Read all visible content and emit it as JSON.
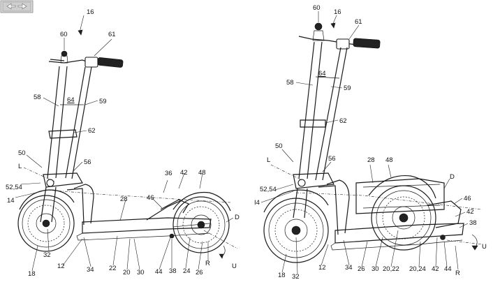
{
  "toolbar": {
    "icon": "expand-arrows-icon"
  },
  "labels": {
    "l16": "16",
    "l60": "60",
    "l61": "61",
    "l58": "58",
    "l64": "64",
    "l59": "59",
    "l62": "62",
    "l50": "50",
    "lL": "L",
    "l56": "56",
    "l5254": "52,54",
    "l14": "14",
    "l36": "36",
    "l42": "42",
    "l48": "48",
    "l46": "46",
    "l28": "28",
    "lD": "D",
    "l18": "18",
    "l32": "32",
    "l12": "12",
    "l34": "34",
    "l22": "22",
    "l20": "20",
    "l30": "30",
    "l44": "44",
    "l38": "38",
    "l24": "24",
    "l26": "26",
    "lR": "R",
    "lU": "U",
    "r16": "16",
    "r60": "60",
    "r61": "61",
    "r58": "58",
    "r64": "64",
    "r59": "59",
    "r62": "62",
    "r50": "50",
    "rL": "L",
    "r56": "56",
    "r28": "28",
    "r48": "48",
    "r5254": "52,54",
    "r14": "I4",
    "rD": "D",
    "r46": "46",
    "r42": "42",
    "r38": "38",
    "rU": "U",
    "r18": "18",
    "r32": "32",
    "r12": "12",
    "r34": "34",
    "r26": "26",
    "r30": "30",
    "r2022": "20,22",
    "r2024": "20,24",
    "r42b": "42",
    "r44": "44",
    "rR": "R"
  }
}
